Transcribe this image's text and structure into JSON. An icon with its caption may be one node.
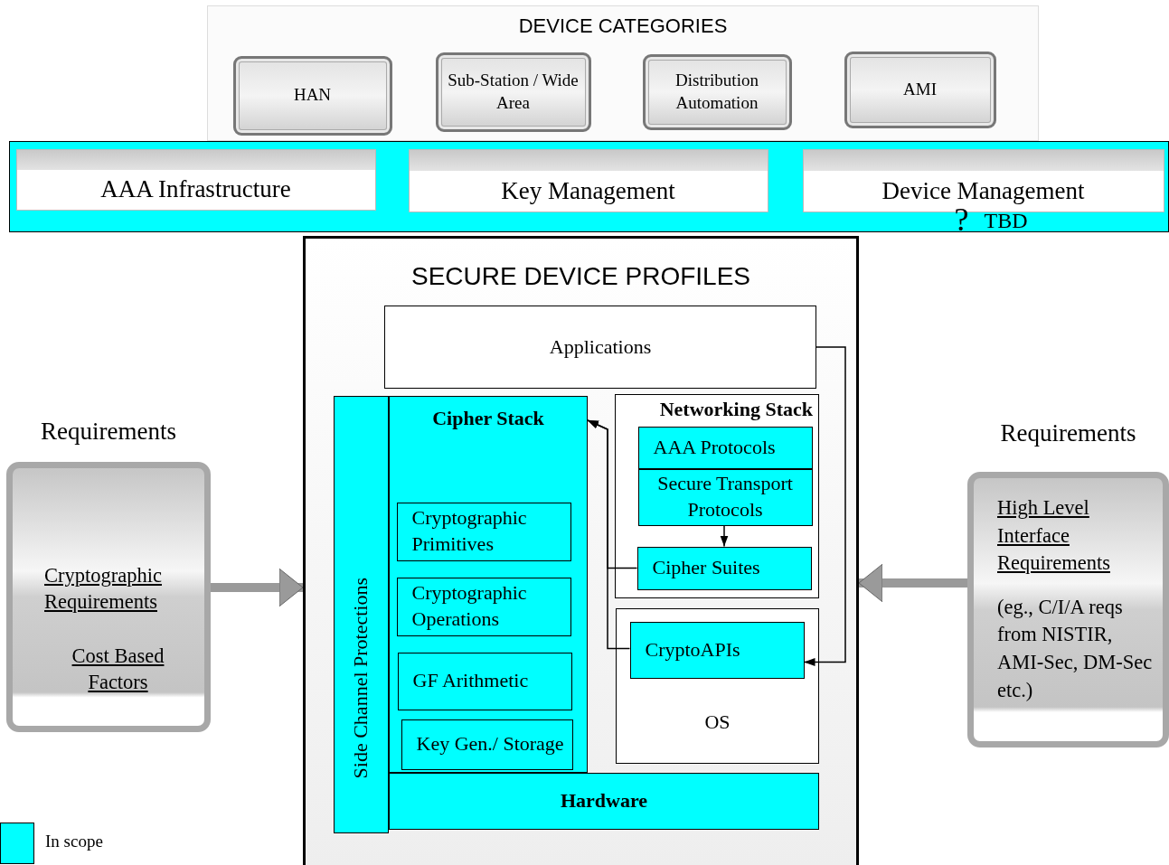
{
  "diagram": {
    "nodes": [
      {
        "text": [
          "DEVICE CATEGORIES"
        ]
      },
      {
        "text": [
          "HAN"
        ],
        "in": 0
      },
      {
        "text": [
          "Sub-Station / Wide Area"
        ],
        "in": 0
      },
      {
        "text": [
          "Distribution Automation"
        ],
        "in": 0
      },
      {
        "text": [
          "AMI"
        ],
        "in": 0
      },
      {
        "text": [],
        "shape": "box"
      },
      {
        "text": [
          "AAA Infrastructure"
        ],
        "in": 5
      },
      {
        "text": [
          "Key Management"
        ],
        "in": 5
      },
      {
        "text": [
          "Device Management"
        ],
        "in": 5,
        "beside": [
          "?",
          "TBD"
        ]
      },
      {
        "text": [
          "SECURE DEVICE PROFILES"
        ]
      },
      {
        "text": [
          "Applications"
        ],
        "in": 9
      },
      {
        "text": [
          "Side Channel Protections"
        ],
        "in": 9
      },
      {
        "text": [
          "Cipher Stack"
        ],
        "in": 9
      },
      {
        "text": [
          "Cryptographic Primitives"
        ],
        "in": 12
      },
      {
        "text": [
          "Cryptographic Operations"
        ],
        "in": 12
      },
      {
        "text": [
          "GF Arithmetic"
        ],
        "in": 12
      },
      {
        "text": [
          "Key Gen./ Storage"
        ],
        "in": 12
      },
      {
        "text": [
          "Networking Stack"
        ],
        "in": 9
      },
      {
        "text": [
          "AAA Protocols"
        ],
        "in": 17
      },
      {
        "text": [
          "Secure Transport Protocols"
        ],
        "in": 17
      },
      {
        "text": [
          "Cipher Suites"
        ],
        "in": 17
      },
      {
        "text": [
          "OS"
        ],
        "in": 9
      },
      {
        "text": [
          "CryptoAPIs"
        ],
        "in": 21
      },
      {
        "text": [
          "Hardware"
        ],
        "in": 9
      },
      {
        "text": [
          "Requirements",
          "Cryptographic Requirements",
          "Cost Based Factors"
        ]
      },
      {
        "text": [
          "Requirements",
          "High Level Interface Requirements",
          "(eg., C/I/A reqs from NISTIR, AMI-Sec, DM-Sec etc.)"
        ]
      }
    ],
    "edges": [
      {
        "from": 24,
        "to": 9,
        "arrow": "to",
        "style": "thick",
        "color": "#9a9a9a"
      },
      {
        "from": 25,
        "to": 9,
        "arrow": "to",
        "style": "thick",
        "color": "#9a9a9a"
      },
      {
        "from": 10,
        "to": 22,
        "arrow": "to"
      },
      {
        "from": 19,
        "to": 20,
        "arrow": "to"
      },
      {
        "from": 20,
        "to": 12,
        "arrow": "to"
      },
      {
        "from": 22,
        "to": 12,
        "arrow": "to"
      }
    ],
    "legend": [
      {
        "text": "In scope",
        "color": "#00ffff"
      }
    ]
  }
}
